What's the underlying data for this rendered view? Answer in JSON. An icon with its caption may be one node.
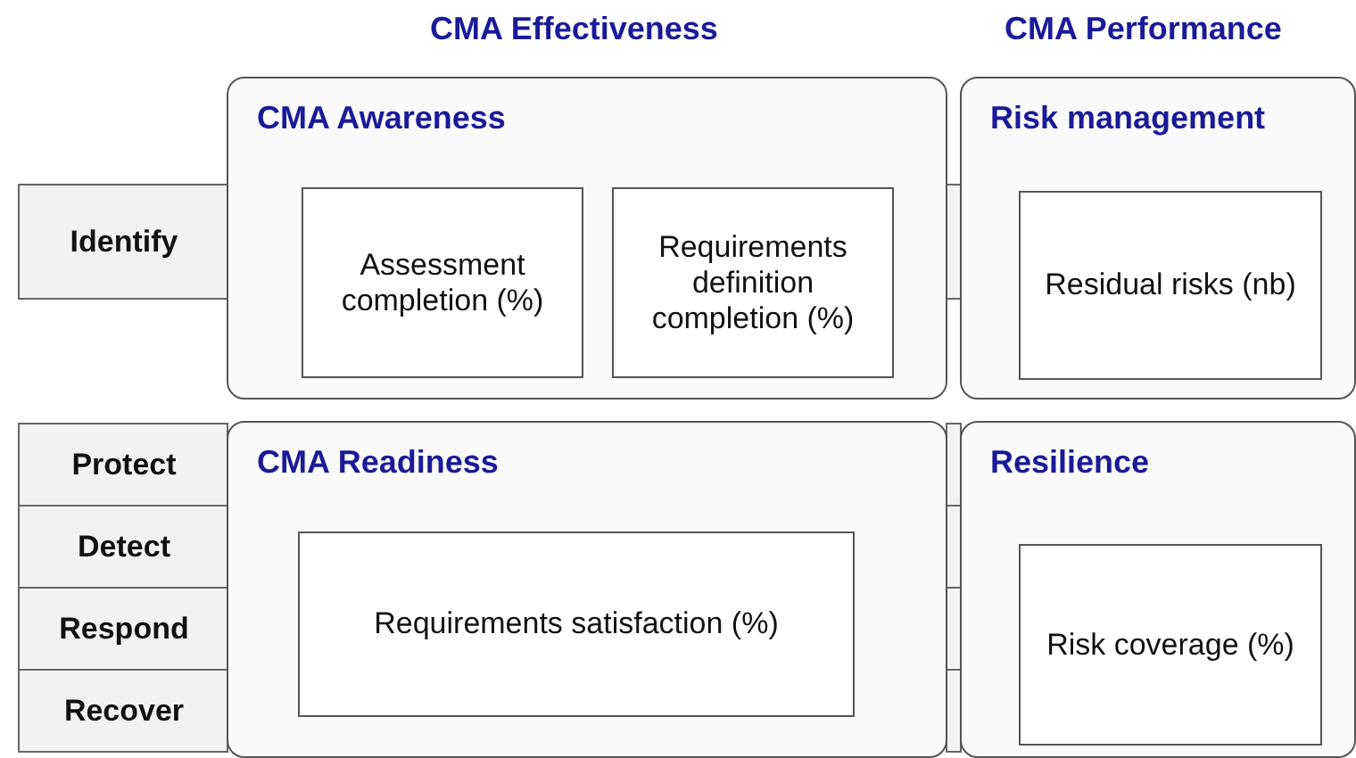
{
  "diagram": {
    "nodes": [
      {
        "text": [
          "Identify"
        ]
      },
      {
        "text": [
          "Protect"
        ]
      },
      {
        "text": [
          "Detect"
        ]
      },
      {
        "text": [
          "Respond"
        ]
      },
      {
        "text": [
          "Recover"
        ]
      },
      {
        "text": [
          "CMA Awareness"
        ]
      },
      {
        "text": [
          "Assessment completion (%)"
        ],
        "in": 5
      },
      {
        "text": [
          "Requirements definition completion (%)"
        ],
        "in": 5
      },
      {
        "text": [
          "Risk management"
        ]
      },
      {
        "text": [
          "Residual risks (nb)"
        ],
        "in": 8
      },
      {
        "text": [
          "CMA Readiness"
        ]
      },
      {
        "text": [
          "Requirements satisfaction (%)"
        ],
        "in": 10
      },
      {
        "text": [
          "Resilience"
        ]
      },
      {
        "text": [
          "Risk coverage (%)"
        ],
        "in": 12
      }
    ],
    "labels": [
      "CMA Effectiveness",
      "CMA Performance"
    ]
  }
}
